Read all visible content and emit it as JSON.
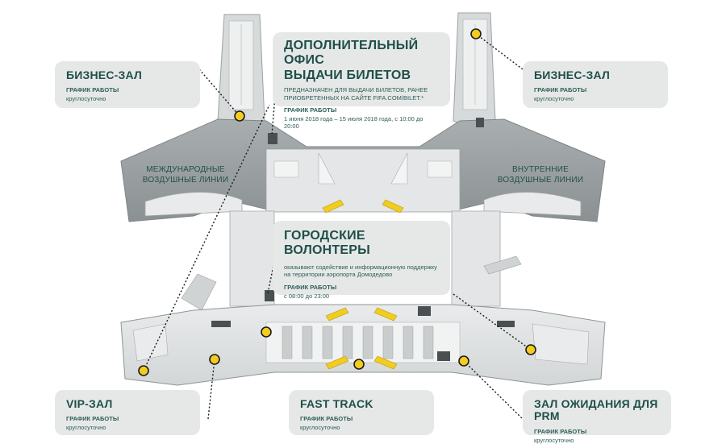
{
  "cards": {
    "business_left": {
      "title": "БИЗНЕС-ЗАЛ",
      "hours_label": "ГРАФИК РАБОТЫ",
      "hours_value": "круглосуточно"
    },
    "ticket_office": {
      "title_line1": "ДОПОЛНИТЕЛЬНЫЙ ОФИС",
      "title_line2": "ВЫДАЧИ БИЛЕТОВ",
      "desc": "ПРЕДНАЗНАЧЕН ДЛЯ ВЫДАЧИ БИЛЕТОВ, РАНЕЕ ПРИОБРЕТЕННЫХ НА САЙТЕ FIFA.COM/BILET.*",
      "hours_label": "ГРАФИК РАБОТЫ",
      "hours_value": "1 июня 2018 года – 15 июля 2018 года, с 10:00 до 20:00"
    },
    "business_right": {
      "title": "БИЗНЕС-ЗАЛ",
      "hours_label": "ГРАФИК РАБОТЫ",
      "hours_value": "круглосуточно"
    },
    "volunteers": {
      "title": "ГОРОДСКИЕ ВОЛОНТЕРЫ",
      "desc": "оказывают содействие и информационную поддержку на территории аэропорта Домодедово",
      "hours_label": "ГРАФИК РАБОТЫ",
      "hours_value": "с 08:00 до 23:00"
    },
    "vip": {
      "title": "VIP-ЗАЛ",
      "hours_label": "ГРАФИК РАБОТЫ",
      "hours_value": "круглосуточно"
    },
    "fast_track": {
      "title": "FAST TRACK",
      "hours_label": "ГРАФИК РАБОТЫ",
      "hours_value": "круглосуточно"
    },
    "prm": {
      "title": "ЗАЛ ОЖИДАНИЯ ДЛЯ PRM",
      "hours_label": "ГРАФИК РАБОТЫ",
      "hours_value": "круглосуточно"
    }
  },
  "areas": {
    "international_line1": "МЕЖДУНАРОДНЫЕ",
    "international_line2": "ВОЗДУШНЫЕ ЛИНИИ",
    "domestic_line1": "ВНУТРЕННИЕ",
    "domestic_line2": "ВОЗДУШНЫЕ ЛИНИИ"
  },
  "colors": {
    "accent_yellow": "#f2cc1e",
    "title_teal": "#1f4f4a",
    "card_bg": "#e6e8e7",
    "building_dark": "#9aa0a2",
    "building_light": "#dcdfe0",
    "leader_line": "#1b1b1b"
  }
}
